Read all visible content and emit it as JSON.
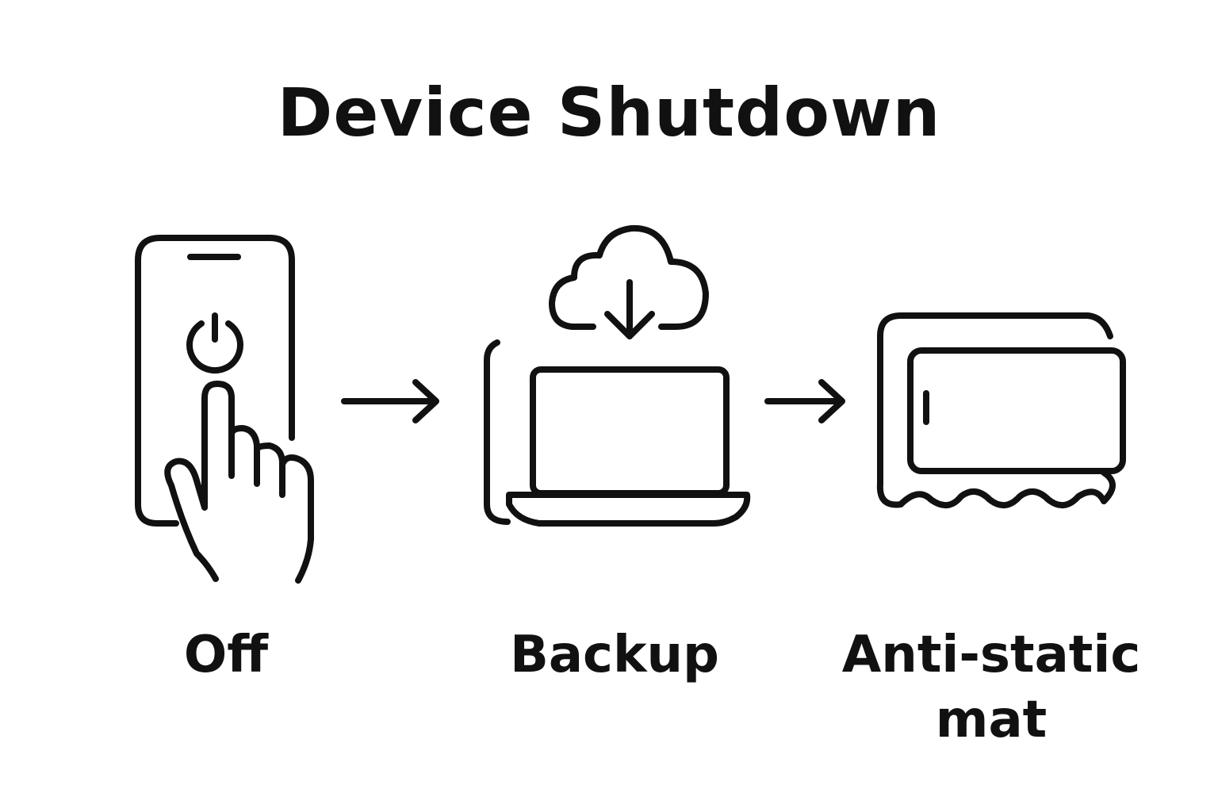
{
  "title": "Device Shutdown",
  "steps": [
    {
      "label": "Off",
      "icon": "phone-power-press-icon"
    },
    {
      "label": "Backup",
      "icon": "laptop-cloud-download-icon"
    },
    {
      "label_lines": [
        "Anti-static",
        "mat"
      ],
      "icon": "device-on-antistatic-mat-icon"
    }
  ],
  "colors": {
    "stroke": "#111111",
    "background": "#ffffff"
  }
}
